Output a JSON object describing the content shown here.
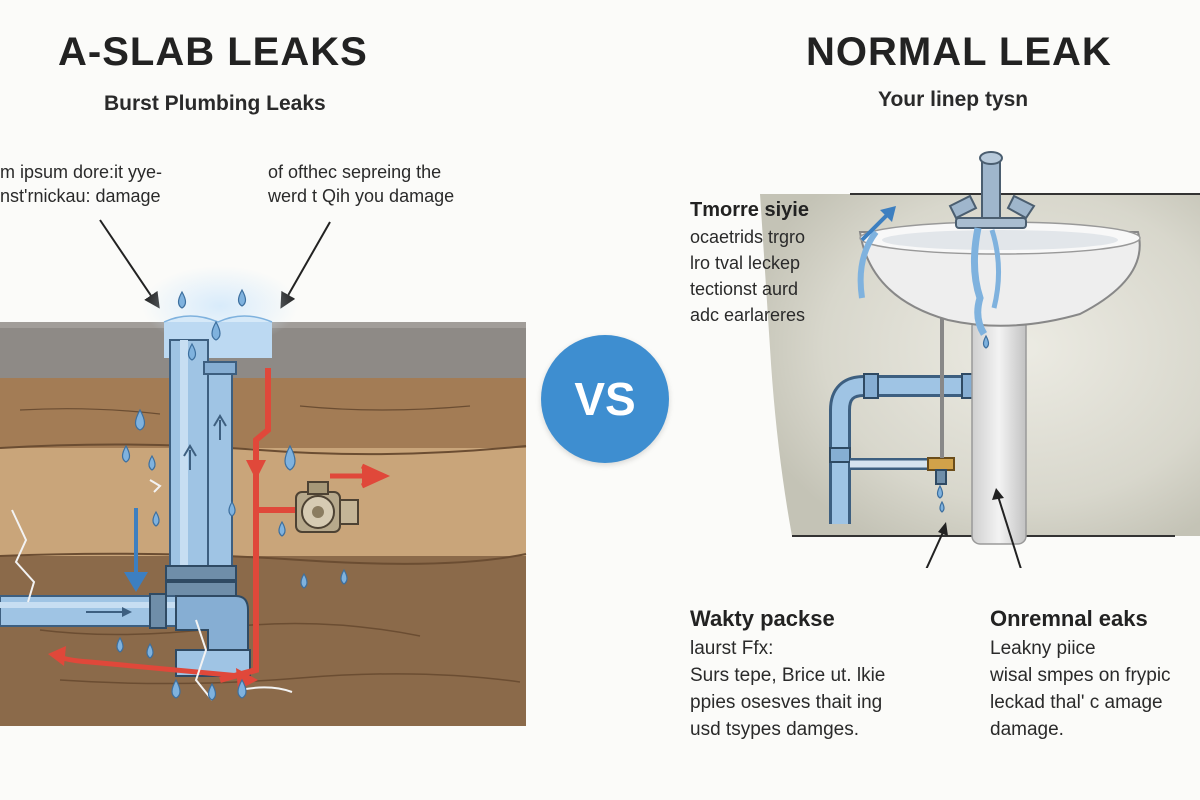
{
  "left_panel": {
    "title": "A-SLAB LEAKS",
    "subtitle": "Burst Plumbing Leaks",
    "callout_left": [
      "m ipsum dore:it yye-",
      "nst'rnickau: damage"
    ],
    "callout_right": [
      "of ofthec sepreing the",
      "werd t Qih you damage"
    ]
  },
  "vs_badge": "VS",
  "right_panel": {
    "title": "NORMAL LEAK",
    "subtitle": "Your linep tysn",
    "side_note": {
      "heading": "Tmorre siyie",
      "lines": [
        "ocaetrids trgro",
        "lro tval leckep",
        "tectionst aurd",
        "adc earlareres"
      ]
    },
    "bottom_left": {
      "heading": "Wakty packse",
      "lines": [
        "laurst Ffx:",
        "Surs tepe, Brice ut. lkie",
        "ppies osesves thait ing",
        "usd tsypes damges."
      ]
    },
    "bottom_right": {
      "heading": "Onremnal eaks",
      "lines": [
        "Leakny piice",
        "wisal smpes on frypic",
        "leckad thal' c amage",
        "damage."
      ]
    }
  },
  "colors": {
    "water_blue": "#7fb2de",
    "pipe_blue": "#9fc4e4",
    "flow_red": "#e0483a",
    "soil_light": "#c9a57a",
    "soil_dark": "#8b6a4a",
    "slab_grey": "#8e8a86",
    "wall_grey": "#c9c8bc",
    "vs_blue": "#3e8ed0"
  },
  "icons": [
    "water-drop-icon",
    "arrow-icon",
    "valve-icon",
    "crack-icon",
    "faucet-icon"
  ]
}
